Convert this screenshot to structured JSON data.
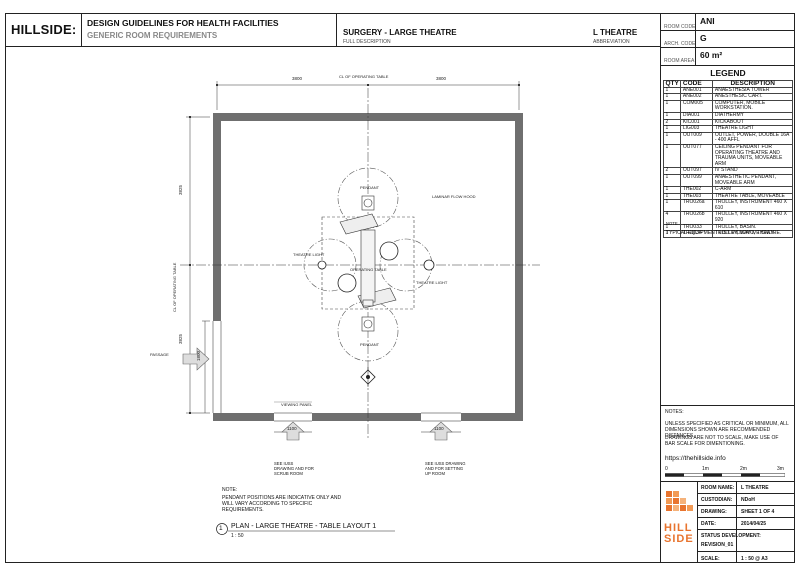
{
  "header": {
    "brand": "HILLSIDE:",
    "title": "DESIGN GUIDELINES FOR HEALTH FACILITIES",
    "subtitle": "GENERIC ROOM REQUIREMENTS",
    "full_description": "SURGERY - LARGE THEATRE",
    "full_description_caption": "FULL DESCRIPTION",
    "abbreviation": "L THEATRE",
    "abbreviation_caption": "ABBREVIATION"
  },
  "room_info": {
    "room_code_label": "ROOM CODE",
    "room_code": "ANI",
    "arch_code_label": "ARCH. CODE",
    "arch_code": "G",
    "room_area_label": "ROOM AREA",
    "room_area": "60 m²"
  },
  "legend": {
    "title": "LEGEND",
    "headers": [
      "QTY",
      "CODE",
      "DESCRIPTION"
    ],
    "rows": [
      [
        "1",
        "ANE001",
        "ANAESTHESIA TOWER"
      ],
      [
        "1",
        "ANE002",
        "ANESTHESIC CART."
      ],
      [
        "1",
        "COM005",
        "COMPUTER, MOBILE WORKSTATION."
      ],
      [
        "1",
        "DIA001",
        "DIATHERMY"
      ],
      [
        "2",
        "KIC001",
        "KICKABOUT"
      ],
      [
        "1",
        "LIG003",
        "THEATRE LIGHT"
      ],
      [
        "1",
        "OUT009",
        "OUTLET, POWER, DOUBLE 16A - 400 AFFL"
      ],
      [
        "1",
        "OUT077",
        "CEILING PENDANT FOR OPERATING THEATRE AND TRAUMA UNITS, MOVEABLE ARM"
      ],
      [
        "2",
        "OUT097",
        "IV STAND"
      ],
      [
        "1",
        "OUT099",
        "ANAESTHETIC PENDANT, MOVEABLE ARM"
      ],
      [
        "1",
        "THE002",
        "C-ARM"
      ],
      [
        "1",
        "THE003",
        "THEATRE TABLE, MOVEABLE"
      ],
      [
        "1",
        "TRO026a",
        "TROLLEY, INSTRUMENT 460 X 610"
      ],
      [
        "4",
        "TRO026b",
        "TROLLEY, INSTRUMENT 460 X 920"
      ],
      [
        "1",
        "TRO033",
        "TROLLEY, BASIN."
      ],
      [
        "1",
        "TRO034",
        "TROLLEY, MAYO, THEATRE."
      ]
    ],
    "note_tag": "NOTE",
    "footnote": "TYPICAL EQUIPMENT LIST. INDICATIVE ONLY."
  },
  "notes": {
    "title": "NOTES:",
    "line1": "UNLESS SPECIFIED AS CRITICAL OR MINIMUM, ALL DIMENSIONS SHOWN ARE RECOMMENDED DISTANCES.",
    "line2": "DRAWINGS ARE NOT TO SCALE, MAKE USE OF BAR SCALE FOR DIMENTIONING.",
    "website": "https://thehillside.info",
    "scale_ticks": [
      "0",
      "1m",
      "2m",
      "3m"
    ]
  },
  "title_block": {
    "room_name_label": "ROOM NAME:",
    "room_name": "L THEATRE",
    "custodian_label": "CUSTODIAN:",
    "custodian": "NDoH",
    "drawing_label": "DRAWING:",
    "drawing": "SHEET 1 OF 4",
    "date_label": "DATE:",
    "date": "2014/04/25",
    "status_label": "STATUS DEVELOPMENT:",
    "status": "REVISION_01",
    "scale_label": "SCALE:",
    "scale": "1 : 50 @ A3",
    "logo_line1": "HILL",
    "logo_line2": "SIDE"
  },
  "plan": {
    "dim_top_left": "3800",
    "dim_top_right": "3800",
    "cl_top": "CL OF OPERATING TABLE",
    "cl_left": "CL OF OPERATING TABLE",
    "dim_left_upper": "3825",
    "dim_left_lower": "3825",
    "dim_door_height": "1800",
    "passage": "PASSAGE",
    "pendant_top": "PENDANT",
    "pendant_bottom": "PENDANT",
    "laminar": "LAMINAR FLOW HOOD",
    "theatre_light_left": "THEATRE LIGHT",
    "theatre_light_right": "THEATRE LIGHT",
    "operating_table": "OPERATING TABLE",
    "viewing_panel": "VIEWING PANEL",
    "dim_bottom_left": "1100",
    "dim_bottom_right": "1100",
    "ref_left": "SEE IUSS DRAWING AND FOR SCRUB ROOM",
    "ref_right": "SEE IUSS DRAWING AND FOR SETTING UP ROOM",
    "note_title": "NOTE:",
    "note_text": "PENDANT POSITIONS ARE INDICATIVE ONLY AND WILL VARY ACCORDING TO SPECIFIC REQUIREMENTS.",
    "plan_number": "1",
    "plan_title": "PLAN - LARGE THEATRE - TABLE LAYOUT 1",
    "plan_scale": "1 : 50"
  }
}
